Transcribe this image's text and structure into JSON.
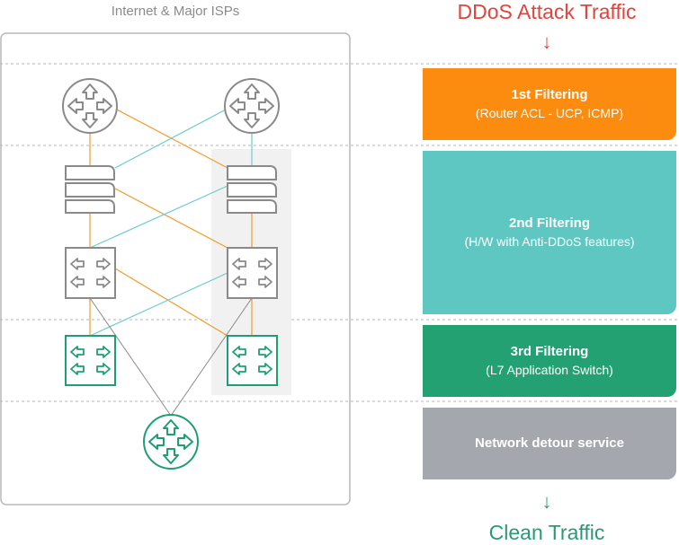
{
  "header": {
    "left_title": "Internet & Major ISPs",
    "right_title": "DDoS Attack Traffic",
    "arrow_symbol": "↓"
  },
  "footer": {
    "arrow_symbol": "↓",
    "label": "Clean Traffic"
  },
  "stages": [
    {
      "title": "1st Filtering",
      "subtitle": "(Router ACL - UCP, ICMP)",
      "color": "#fb8c10"
    },
    {
      "title": "2nd Filtering",
      "subtitle": "(H/W with Anti-DDoS features)",
      "color": "#5ec7c2"
    },
    {
      "title": "3rd Filtering",
      "subtitle": "(L7 Application Switch)",
      "color": "#23a173"
    },
    {
      "title": "Network detour service",
      "subtitle": "",
      "color": "#a4a8ae"
    }
  ],
  "colors": {
    "gray_device": "#8a8a8a",
    "green_device": "#1f9e74",
    "orange_link": "#f39a2a",
    "teal_link": "#6ccbcb",
    "attack_text": "#e0443c",
    "clean_text": "#2a9a72"
  },
  "icons": [
    "router-icon",
    "server-icon",
    "switch-icon",
    "l7-switch-icon"
  ]
}
